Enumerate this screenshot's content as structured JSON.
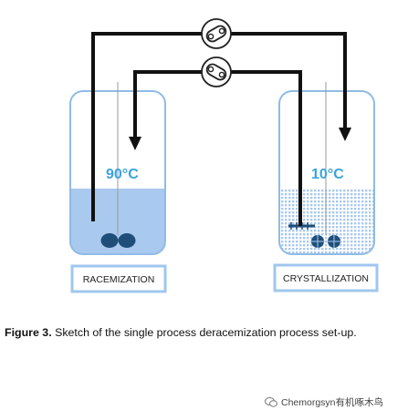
{
  "left_vessel": {
    "temperature": "90°C",
    "label": "RACEMIZATION"
  },
  "right_vessel": {
    "temperature": "10°C",
    "label": "CRYSTALLIZATION"
  },
  "colors": {
    "vessel_outline": "#8fbbe6",
    "liquid": "#a9c9ef",
    "temperature_text": "#3aa3dd",
    "label_border": "#9fc7ee",
    "pipe": "#111111",
    "pump_outline": "#222222"
  },
  "caption": {
    "label": "Figure 3.",
    "text": " Sketch of the single process deracemization process set-up."
  },
  "watermark": {
    "icon": "wechat-icon",
    "text": "Chemorgsyn有机啄木鸟"
  }
}
